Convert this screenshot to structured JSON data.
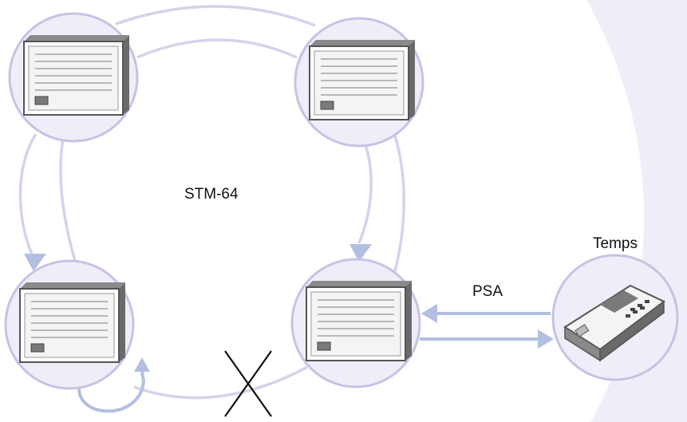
{
  "diagram": {
    "ring_label": "STM-64",
    "link_label": "PSA",
    "device_label": "Temps"
  },
  "colors": {
    "background_panel": "#eeeef8",
    "node_fill": "#eeeef8",
    "node_border": "#c7c2e4",
    "ring_stroke": "#d5d2ea",
    "arrow": "#b3bfe0",
    "break_mark": "#111111"
  },
  "nodes": [
    {
      "id": "sdh-node-top-left",
      "icon": "network-equipment-rack-icon"
    },
    {
      "id": "sdh-node-top-right",
      "icon": "network-equipment-rack-icon"
    },
    {
      "id": "sdh-node-bottom-left",
      "icon": "network-equipment-rack-icon"
    },
    {
      "id": "sdh-node-bottom-right",
      "icon": "network-equipment-rack-icon"
    },
    {
      "id": "test-device",
      "icon": "handheld-tester-icon"
    }
  ],
  "break_marker": {
    "icon": "cross-break-icon"
  }
}
